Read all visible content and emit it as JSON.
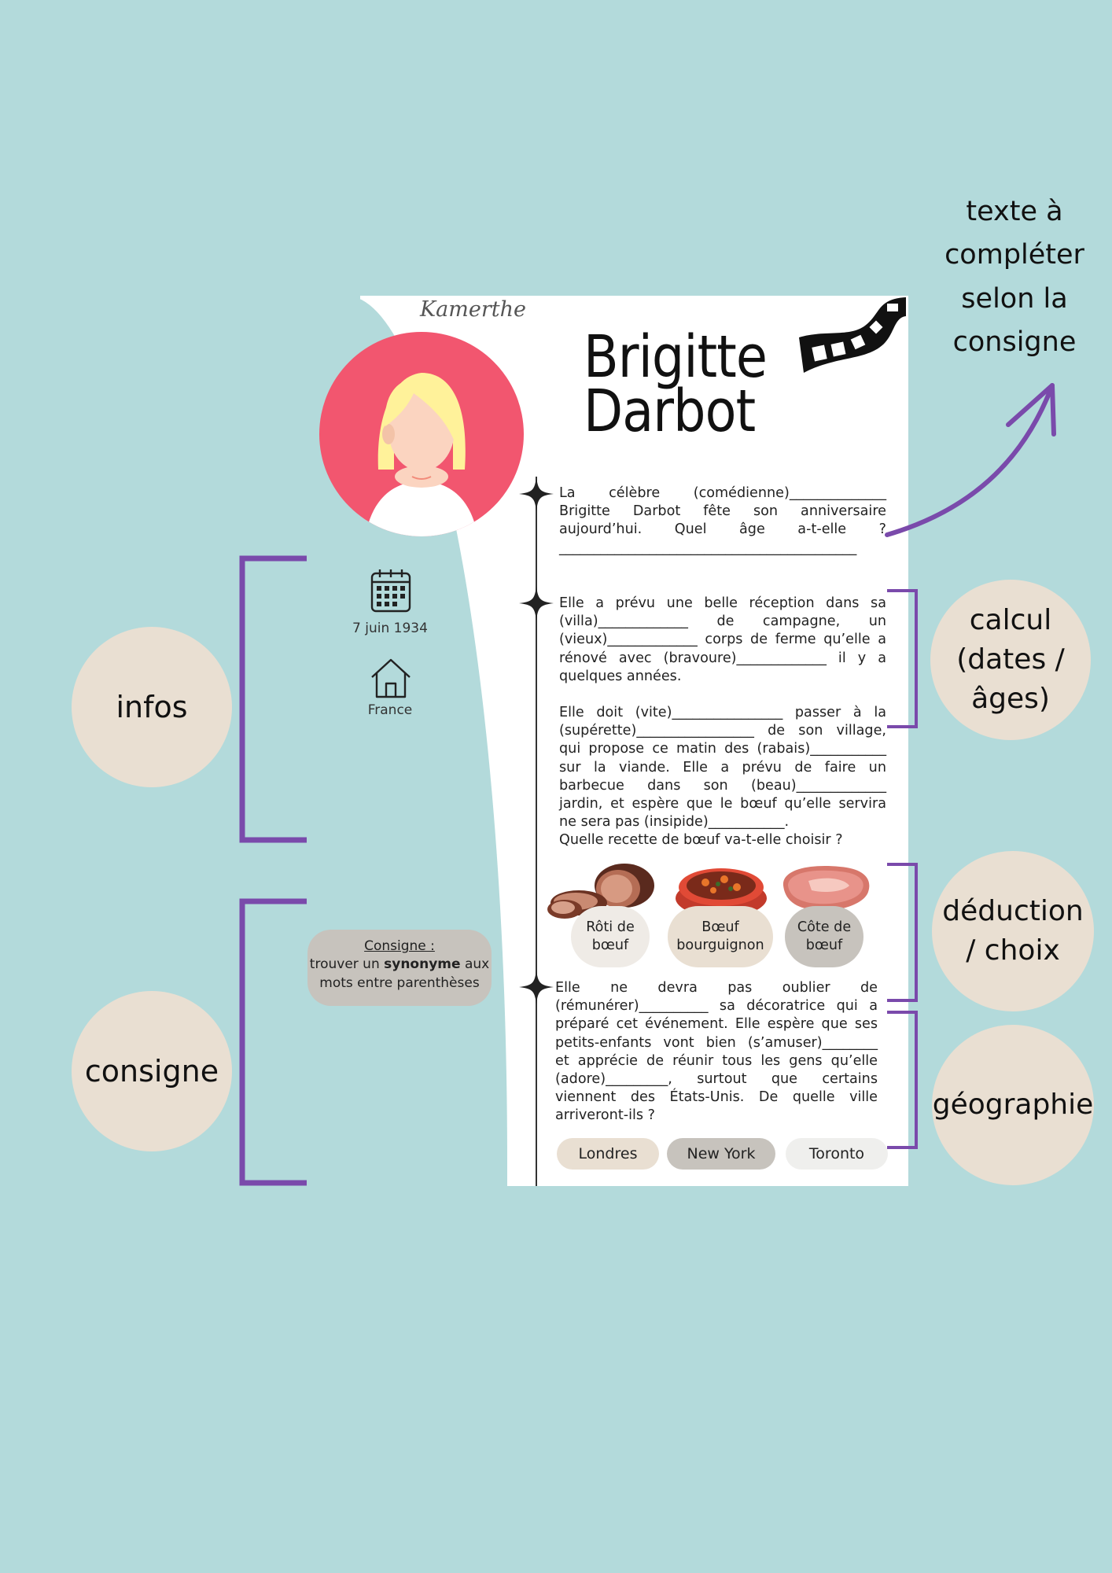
{
  "annotations": {
    "infos": "infos",
    "consigne": "consigne",
    "calcul": "calcul\n(dates /\nâges)",
    "deduction": "déduction\n/ choix",
    "geographie": "géographie",
    "texte": "texte à\ncompléter\nselon la\nconsigne"
  },
  "sheet": {
    "signature": "Kamerthe",
    "title_line1": "Brigitte",
    "title_line2": "Darbot",
    "birth_date": "7 juin 1934",
    "country": "France",
    "consigne": {
      "title": "Consigne :",
      "pre": "trouver un ",
      "bold": "synonyme",
      "post": " aux",
      "line2": "mots entre parenthèses"
    },
    "para1": [
      "La célèbre (comédienne)______________",
      "Brigitte Darbot fête son anniversaire",
      "aujourd’hui. Quel âge a-t-elle ?",
      "___________________________________________"
    ],
    "para2": [
      "Elle a prévu une belle réception dans sa",
      "(villa)_____________ de campagne, un",
      "(vieux)_____________ corps de ferme qu’elle a",
      "rénové avec (bravoure)_____________ il y a",
      "quelques années."
    ],
    "para3": [
      "Elle doit (vite)________________ passer à la",
      "(supérette)_________________ de son village,",
      "qui propose ce matin des (rabais)___________",
      "sur la viande. Elle a prévu de faire un",
      "barbecue dans son (beau)_____________",
      "jardin, et espère que le bœuf qu’elle servira",
      "ne sera pas (insipide)___________.",
      "Quelle recette de bœuf va-t-elle choisir ?"
    ],
    "foods": [
      {
        "label": "Rôti de\nbœuf",
        "color": "#efebe6"
      },
      {
        "label": "Bœuf\nbourguignon",
        "color": "#e9dfd2"
      },
      {
        "label": "Côte de\nbœuf",
        "color": "#c7c3bd"
      }
    ],
    "para4": [
      "Elle ne devra pas oublier de",
      "(rémunérer)__________ sa décoratrice qui a",
      "préparé cet événement. Elle espère que ses",
      "petits-enfants vont bien (s’amuser)________",
      "et apprécie de réunir tous les gens qu’elle",
      "(adore)_________, surtout que certains",
      "viennent des États-Unis. De quelle ville",
      "arriveront-ils ?"
    ],
    "cities": [
      {
        "label": "Londres",
        "color": "#e9dfd2"
      },
      {
        "label": "New York",
        "color": "#c7c3bd"
      },
      {
        "label": "Toronto",
        "color": "#efefed"
      }
    ]
  },
  "colors": {
    "background": "#b3dadb",
    "bracket": "#7a4aab",
    "avatar_circle": "#f2566f",
    "bubble": "#e9dfd2"
  },
  "icons": [
    "calendar-icon",
    "house-icon",
    "star-icon",
    "film-strip-icon",
    "curved-arrow-icon"
  ]
}
